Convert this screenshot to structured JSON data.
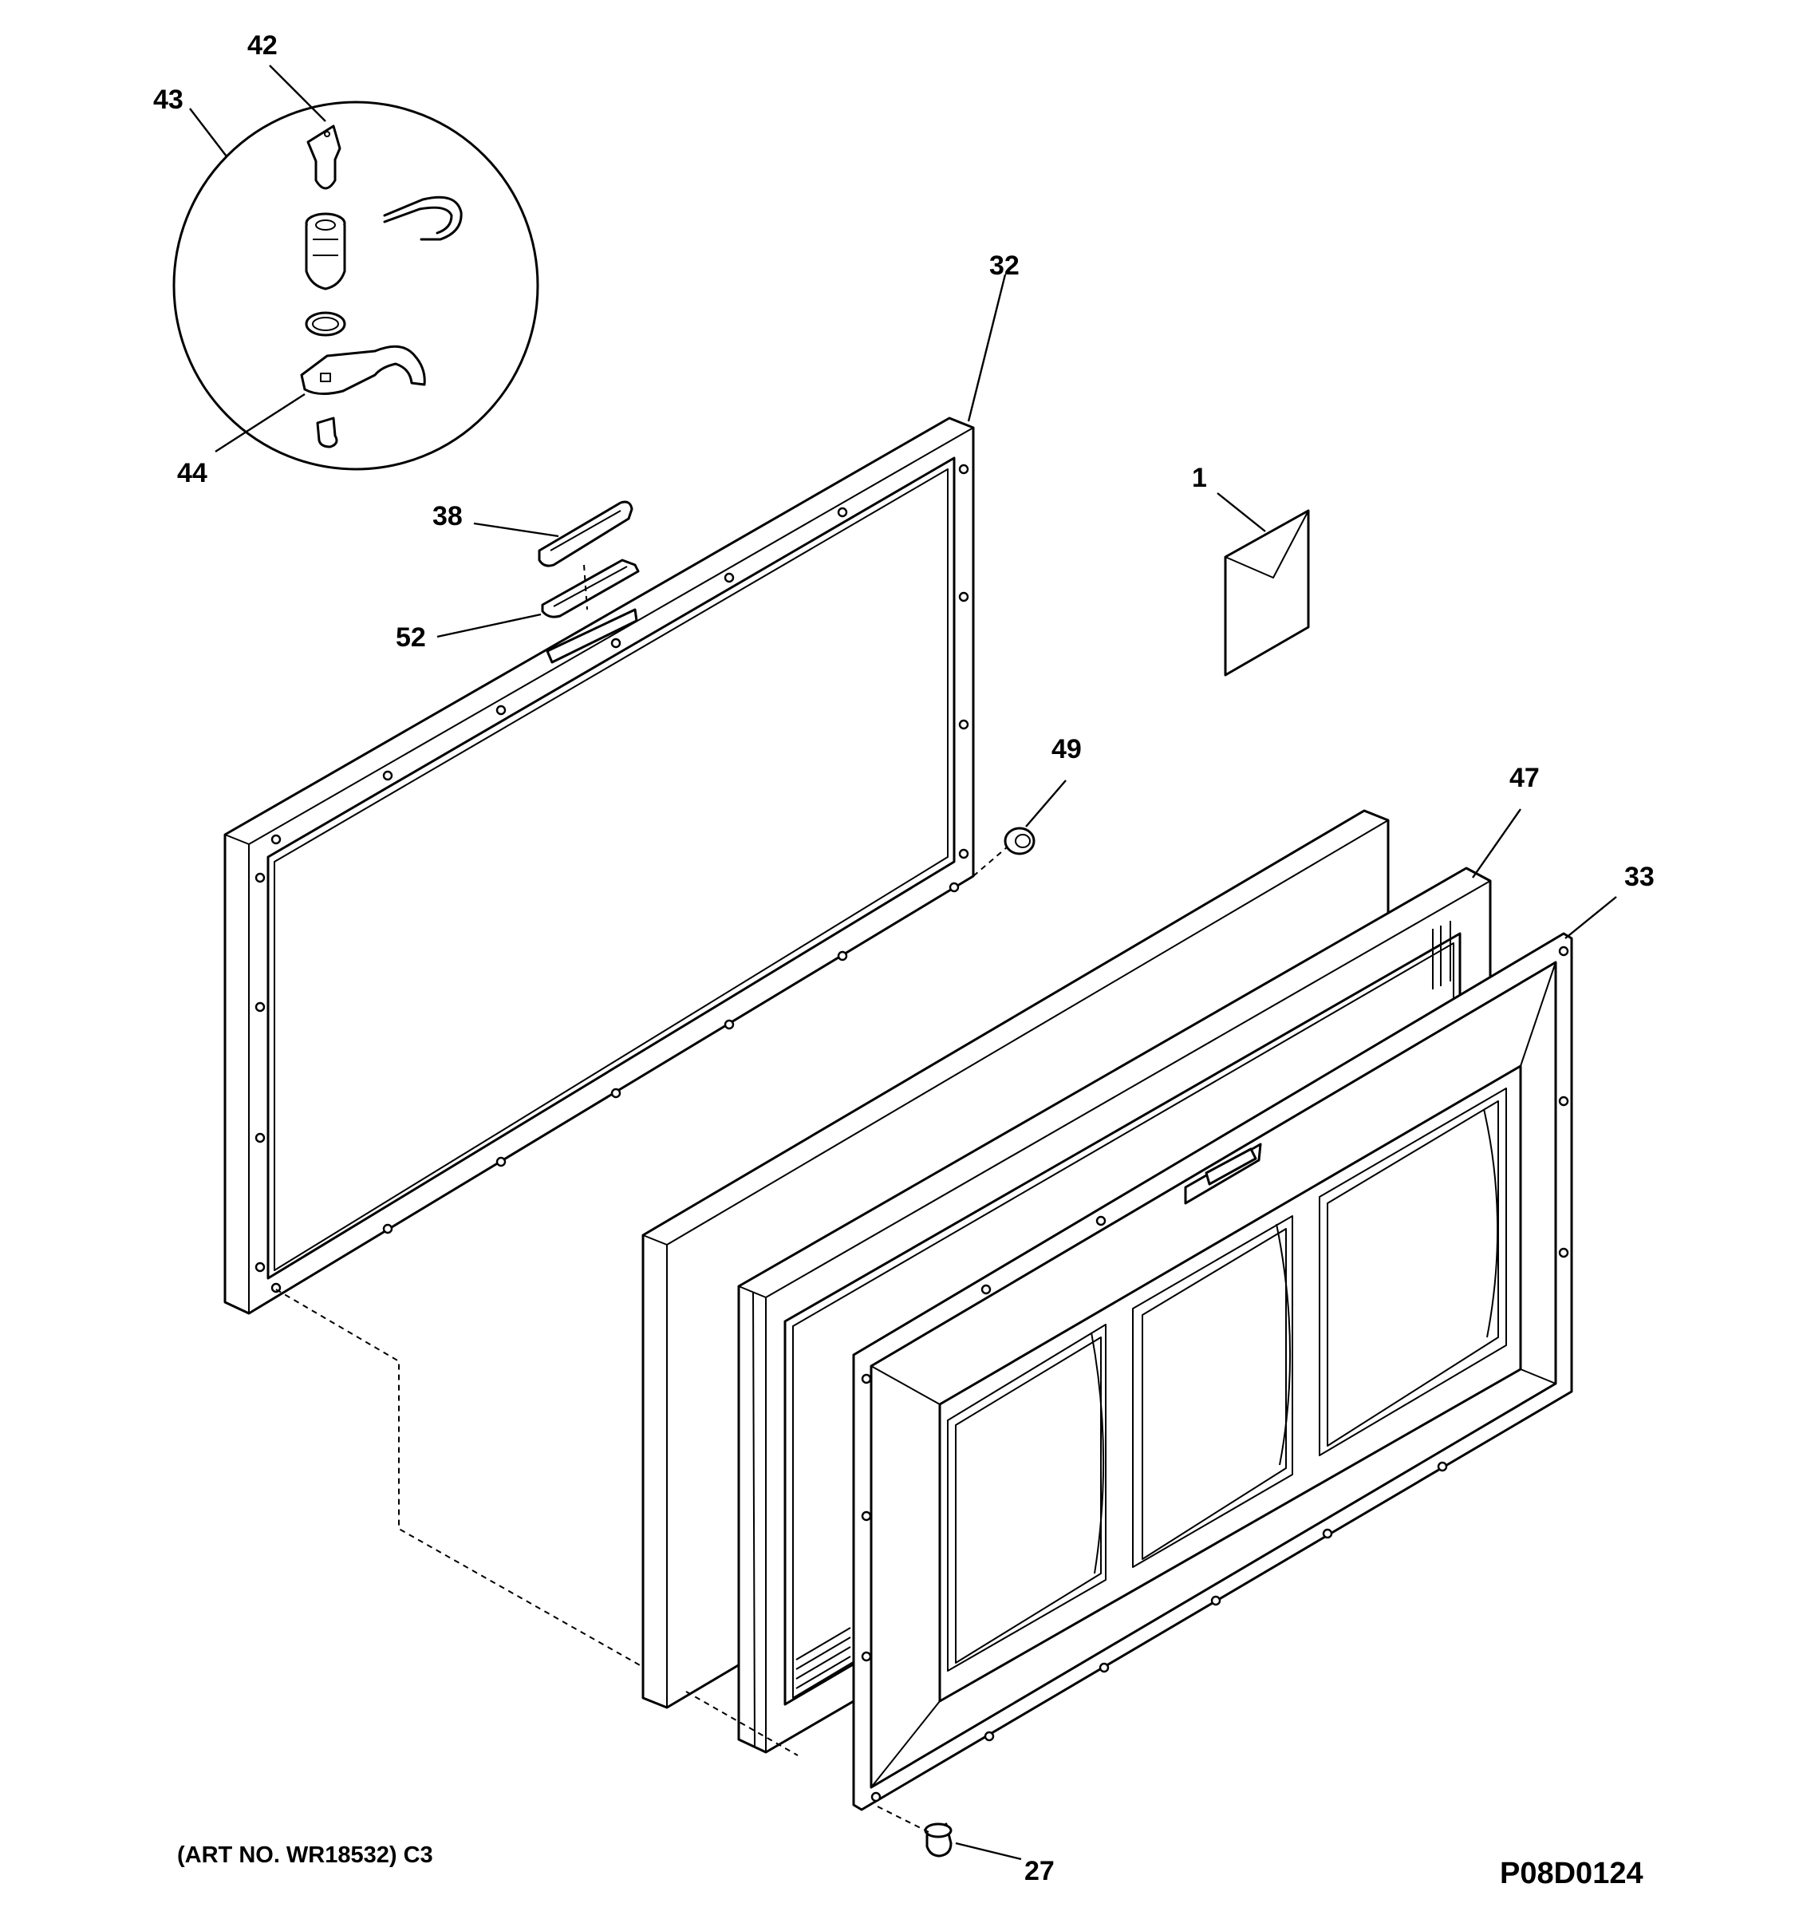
{
  "diagram": {
    "callouts": [
      {
        "id": "42",
        "label": "42"
      },
      {
        "id": "43",
        "label": "43"
      },
      {
        "id": "44",
        "label": "44"
      },
      {
        "id": "32",
        "label": "32"
      },
      {
        "id": "38",
        "label": "38"
      },
      {
        "id": "52",
        "label": "52"
      },
      {
        "id": "1",
        "label": "1"
      },
      {
        "id": "49",
        "label": "49"
      },
      {
        "id": "47",
        "label": "47"
      },
      {
        "id": "33",
        "label": "33"
      },
      {
        "id": "27",
        "label": "27"
      }
    ],
    "art_number": "(ART NO. WR18532) C3",
    "figure_code": "P08D0124"
  }
}
